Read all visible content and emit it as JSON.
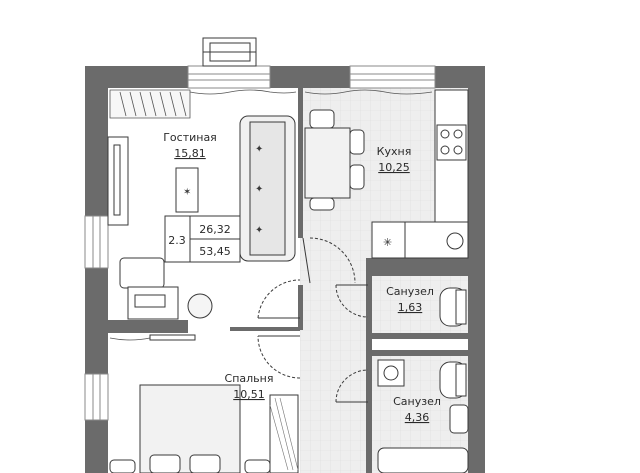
{
  "rooms": {
    "living": {
      "name": "Гостиная",
      "area": "15,81"
    },
    "kitchen": {
      "name": "Кухня",
      "area": "10,25"
    },
    "bath1": {
      "name": "Санузел",
      "area": "1,63"
    },
    "bath2": {
      "name": "Санузел",
      "area": "4,36"
    },
    "bedroom": {
      "name": "Спальня",
      "area": "10,51"
    }
  },
  "summary": {
    "type": "2.3",
    "living_area": "26,32",
    "total_area": "53,45"
  },
  "colors": {
    "wall": "#6b6b6b",
    "floor_tile": "#ececec",
    "window": "#9a9a9a",
    "line": "#3a3a3a"
  }
}
